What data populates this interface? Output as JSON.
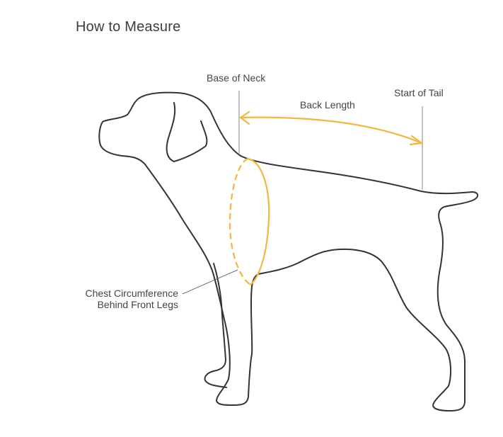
{
  "title": "How to Measure",
  "labels": {
    "base_of_neck": "Base of Neck",
    "start_of_tail": "Start of Tail",
    "back_length": "Back Length",
    "chest_line1": "Chest Circumference",
    "chest_line2": "Behind Front Legs"
  },
  "colors": {
    "accent": "#f4b63f",
    "outline": "#333333",
    "guide": "#9a9a9a",
    "text": "#444444"
  }
}
